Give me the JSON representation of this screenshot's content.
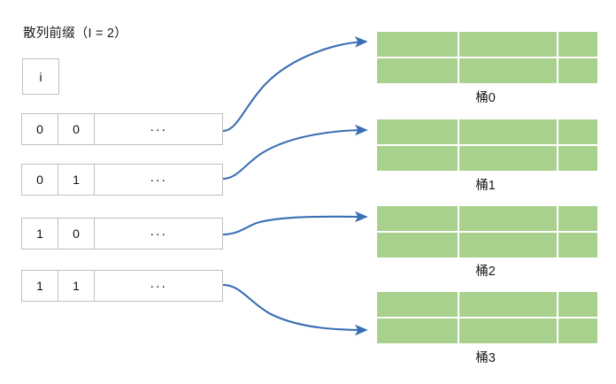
{
  "diagram": {
    "title": "散列前缀（I = 2）",
    "index_box": {
      "label": "i"
    },
    "prefix_rows": [
      {
        "bit1": "0",
        "bit2": "0",
        "rest": "···"
      },
      {
        "bit1": "0",
        "bit2": "1",
        "rest": "···"
      },
      {
        "bit1": "1",
        "bit2": "0",
        "rest": "···"
      },
      {
        "bit1": "1",
        "bit2": "1",
        "rest": "···"
      }
    ],
    "buckets": [
      {
        "label": "桶0"
      },
      {
        "label": "桶1"
      },
      {
        "label": "桶2"
      },
      {
        "label": "桶3"
      }
    ],
    "arrows": [
      {
        "name": "arrow-row0-to-bucket0"
      },
      {
        "name": "arrow-row1-to-bucket1"
      },
      {
        "name": "arrow-row2-to-bucket2"
      },
      {
        "name": "arrow-row3-to-bucket3"
      }
    ],
    "colors": {
      "bucket_fill": "#a9d18e",
      "arrow_stroke": "#3a6fb4",
      "box_border": "#bfbfbf",
      "text": "#1a1a1a",
      "background": "#ffffff"
    }
  }
}
